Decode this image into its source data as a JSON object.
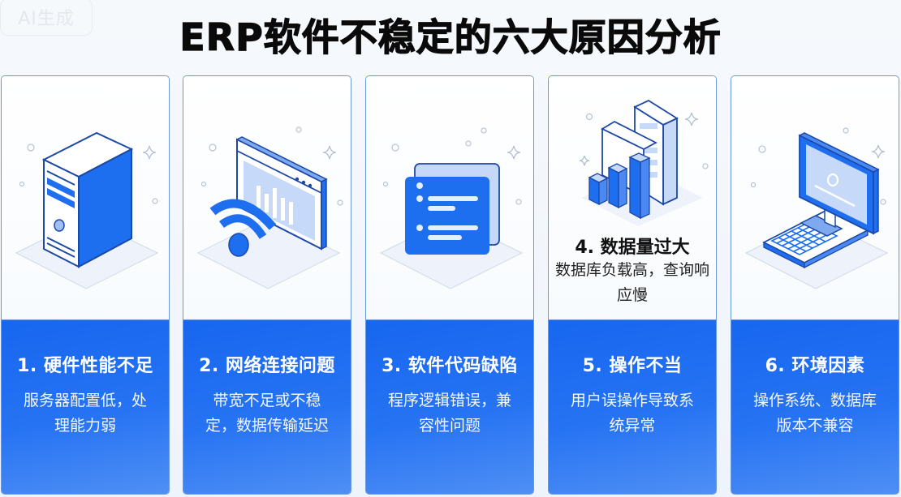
{
  "badge": {
    "label": "AI生成"
  },
  "title": "ERP软件不稳定的六大原因分析",
  "colors": {
    "accent_blue": "#1766ef",
    "card_border": "#6a98d8",
    "title_color": "#0a0a0a"
  },
  "cards": [
    {
      "heading": "1. 硬件性能不足",
      "desc": "服务器配置低，处理能力弱",
      "icon": "server-tower-icon"
    },
    {
      "heading": "2. 网络连接问题",
      "desc": "带宽不足或不稳定，数据传输延迟",
      "icon": "wifi-browser-icon"
    },
    {
      "heading": "3. 软件代码缺陷",
      "desc": "程序逻辑错误，兼容性问题",
      "icon": "code-document-icon"
    },
    {
      "heading": "4. 数据量过大",
      "desc": "数据库负载高，查询响应慢",
      "icon": "database-bar-chart-icon"
    },
    {
      "heading": "5. 操作不当",
      "desc": "用户误操作导致系统异常"
    },
    {
      "heading": "6. 环境因素",
      "desc": "操作系统、数据库版本不兼容",
      "icon": "desktop-computer-icon"
    }
  ]
}
